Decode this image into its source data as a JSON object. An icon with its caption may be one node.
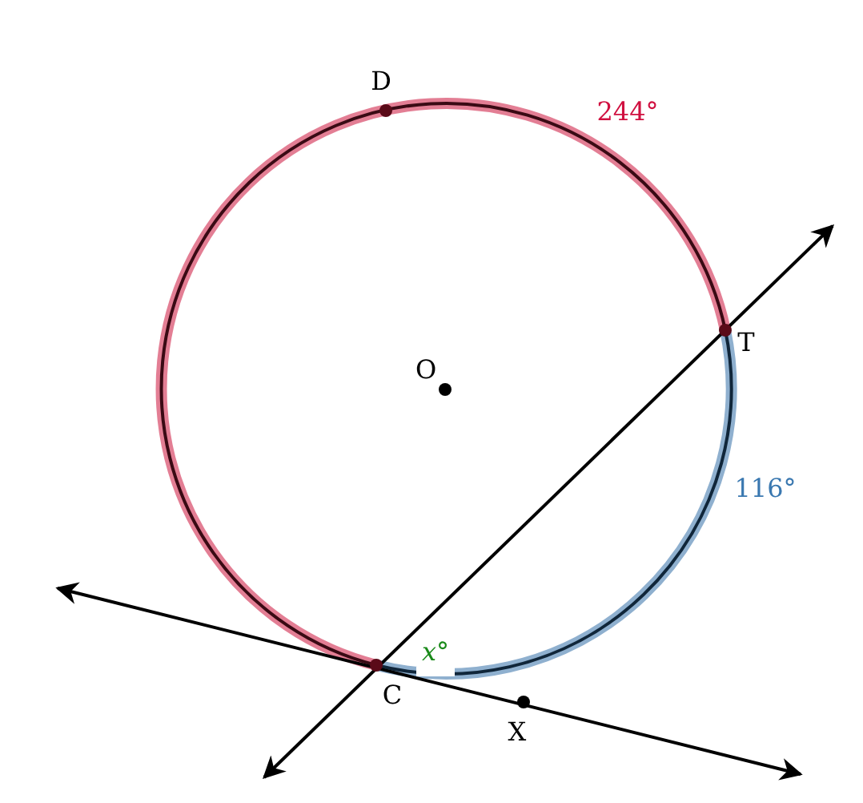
{
  "diagram": {
    "labels": [
      "D",
      "244°",
      "O",
      "T",
      "116°",
      "*x*°",
      "C",
      "X"
    ]
  }
}
